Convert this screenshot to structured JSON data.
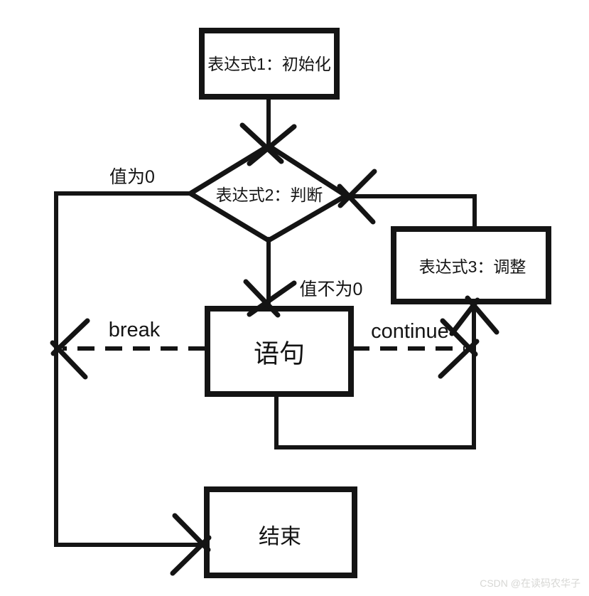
{
  "diagram": {
    "nodes": {
      "expr1": {
        "label": "表达式1：初始化"
      },
      "cond": {
        "label": "表达式2：判断"
      },
      "expr3": {
        "label": "表达式3：调整"
      },
      "statement": {
        "label": "语句"
      },
      "end": {
        "label": "结束"
      }
    },
    "edge_labels": {
      "value_zero": "值为0",
      "value_nonzero": "值不为0",
      "break_label": "break",
      "continue_label": "continue"
    }
  },
  "colors": {
    "ink": "#141414",
    "background": "#ffffff",
    "watermark": "#d7d7d4"
  },
  "watermark": "CSDN @在读码农华子"
}
